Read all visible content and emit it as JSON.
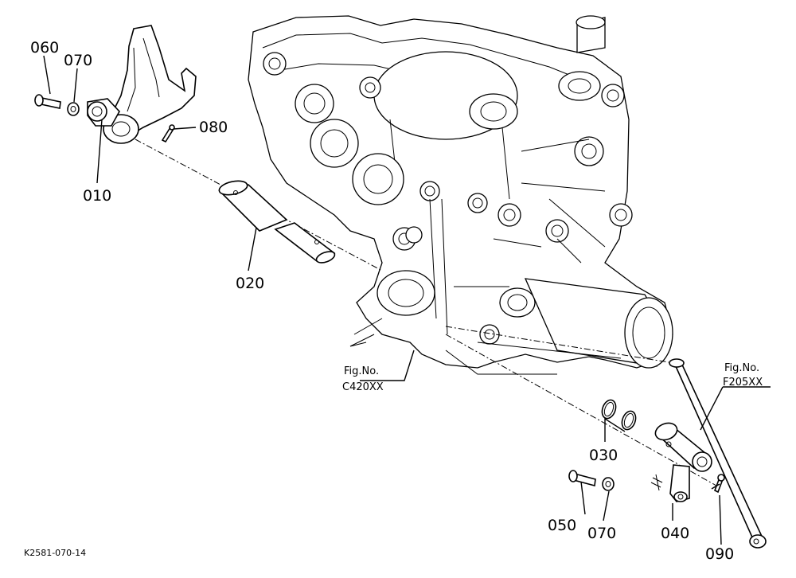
{
  "diagram": {
    "drawing_code": "K2581-070-14",
    "callouts": {
      "p060": "060",
      "p070a": "070",
      "p080": "080",
      "p010": "010",
      "p020": "020",
      "p030": "030",
      "p050": "050",
      "p070b": "070",
      "p040": "040",
      "p090": "090"
    },
    "references": {
      "c420": {
        "label": "Fig.No.",
        "code": "C420XX"
      },
      "f205": {
        "label": "Fig.No.",
        "code": "F205XX"
      }
    }
  }
}
